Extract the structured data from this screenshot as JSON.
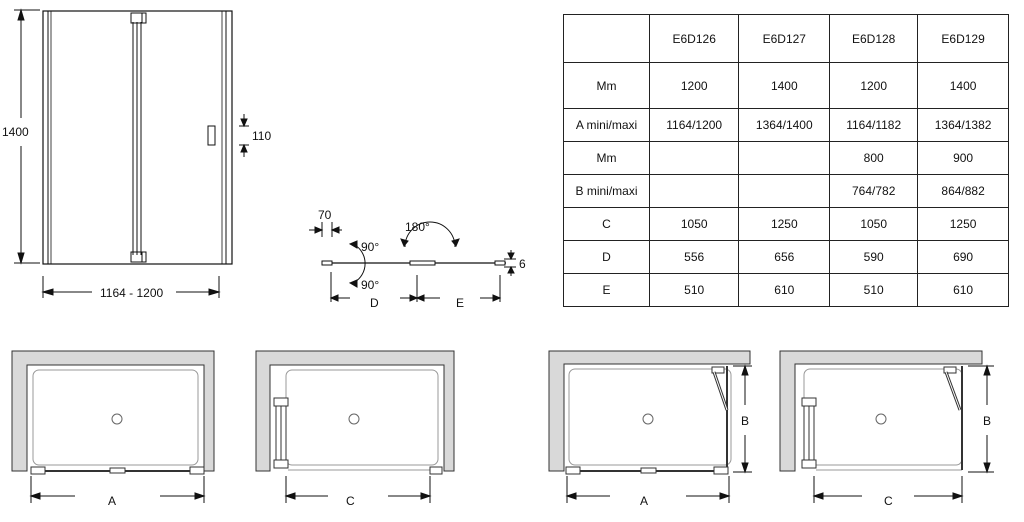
{
  "door_elevation": {
    "height_label": "1400",
    "width_label": "1164 - 1200",
    "handle_label": "110"
  },
  "swing_detail": {
    "offset_label": "70",
    "angle_top_label": "180°",
    "angle_left_upper": "90°",
    "angle_left_lower": "90°",
    "thickness_label": "6",
    "dim_d": "D",
    "dim_e": "E"
  },
  "spec_table": {
    "columns": [
      "E6D126",
      "E6D127",
      "E6D128",
      "E6D129"
    ],
    "rows": [
      {
        "label": "Mm",
        "cells": [
          "1200",
          "1400",
          "1200",
          "1400"
        ]
      },
      {
        "label": "A mini/maxi",
        "cells": [
          "1164/1200",
          "1364/1400",
          "1164/1182",
          "1364/1382"
        ]
      },
      {
        "label": "Mm",
        "cells": [
          "",
          "",
          "800",
          "900"
        ]
      },
      {
        "label": "B mini/maxi",
        "cells": [
          "",
          "",
          "764/782",
          "864/882"
        ]
      },
      {
        "label": "C",
        "cells": [
          "1050",
          "1250",
          "1050",
          "1250"
        ]
      },
      {
        "label": "D",
        "cells": [
          "556",
          "656",
          "590",
          "690"
        ]
      },
      {
        "label": "E",
        "cells": [
          "510",
          "610",
          "510",
          "610"
        ]
      }
    ]
  },
  "plans": {
    "plan1_dim": "A",
    "plan2_dim": "C",
    "plan3_dim_w": "A",
    "plan3_dim_h": "B",
    "plan4_dim_w": "C",
    "plan4_dim_h": "B"
  }
}
